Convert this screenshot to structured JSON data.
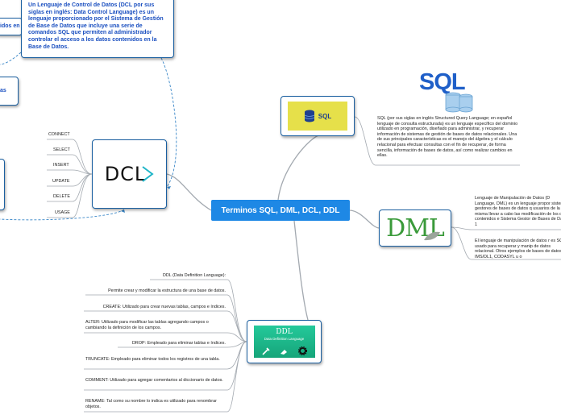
{
  "central": {
    "title": "Terminos SQL, DML, DCL, DDL"
  },
  "dcl": {
    "logo_text": "DCL",
    "definition": "Un Lenguaje de Control de Datos (DCL por sus siglas en inglés: Data Control Language) es un lenguaje proporcionado por el Sistema de Gestión de Base de Datos que incluye una serie de comandos SQL que permiten al administrador controlar el acceso a los datos contenidos en la Base de Datos.",
    "commands": [
      "CONNECT",
      "SELECT",
      "INSERT",
      "UPDATE",
      "DELETE",
      "USAGE"
    ],
    "edge_fragment_1": "idos en",
    "edge_fragment_2": "as"
  },
  "sql": {
    "logo_text": "SQL",
    "banner_text": "SQL",
    "description": "SQL (por sus siglas en inglés Structured Query Language; en español lenguaje de consulta estructurada) es un lenguaje específico del dominio utilizado en programación, diseñado para administrar, y recuperar información de sistemas de gestión de bases de datos relacionales. Una de sus principales características es el manejo del álgebra y el cálculo relacional para efectuar consultas con el fin de recuperar, de forma sencilla, información de bases de datos, así como realizar cambios en ellas."
  },
  "dml": {
    "logo_text": "DML",
    "note1": "Lenguaje de Manipulación de Datos (D Language, DML) es un lenguaje propor sistemas gestores de bases de datos q usuarios de la misma llevar a cabo las modificación de los datos contenidos e Sistema Gestor de Bases de Datos. 1",
    "note2": "El lenguaje de manipulación de datos r es SQL, usado para recuperar y manip de datos relacional. Otros ejemplos de bases de datos IMS/DL1, CODASYL u o"
  },
  "ddl": {
    "logo_title": "DDL",
    "logo_subtitle": "Data Definition Language",
    "items": [
      "DDL (Data Definition Language):",
      "Permite crear y modificar la estructura de una base de datos.",
      "CREATE: Utilizado para crear nuevas tablas, campos e índices.",
      "ALTER: Utilizado para modificar las tablas agregando campos o cambiando la definición de los campos.",
      "DROP: Empleado para eliminar tablas e índices.",
      "TRUNCATE: Empleado para eliminar todos los registros de una tabla.",
      "COMMENT: Utilizado para agregar comentarios al diccionario de datos.",
      "RENAME: Tal como su nombre lo indica es utilizado para renombrar objetos."
    ]
  },
  "colors": {
    "central": "#1e88e5",
    "border": "#1a5fa0",
    "connector": "#9aa0a8",
    "dash": "#3a87c8",
    "ddl_green": "#1fbf8f",
    "sql_yellow": "#e6e04a",
    "sql_blue": "#1e3f8f"
  }
}
